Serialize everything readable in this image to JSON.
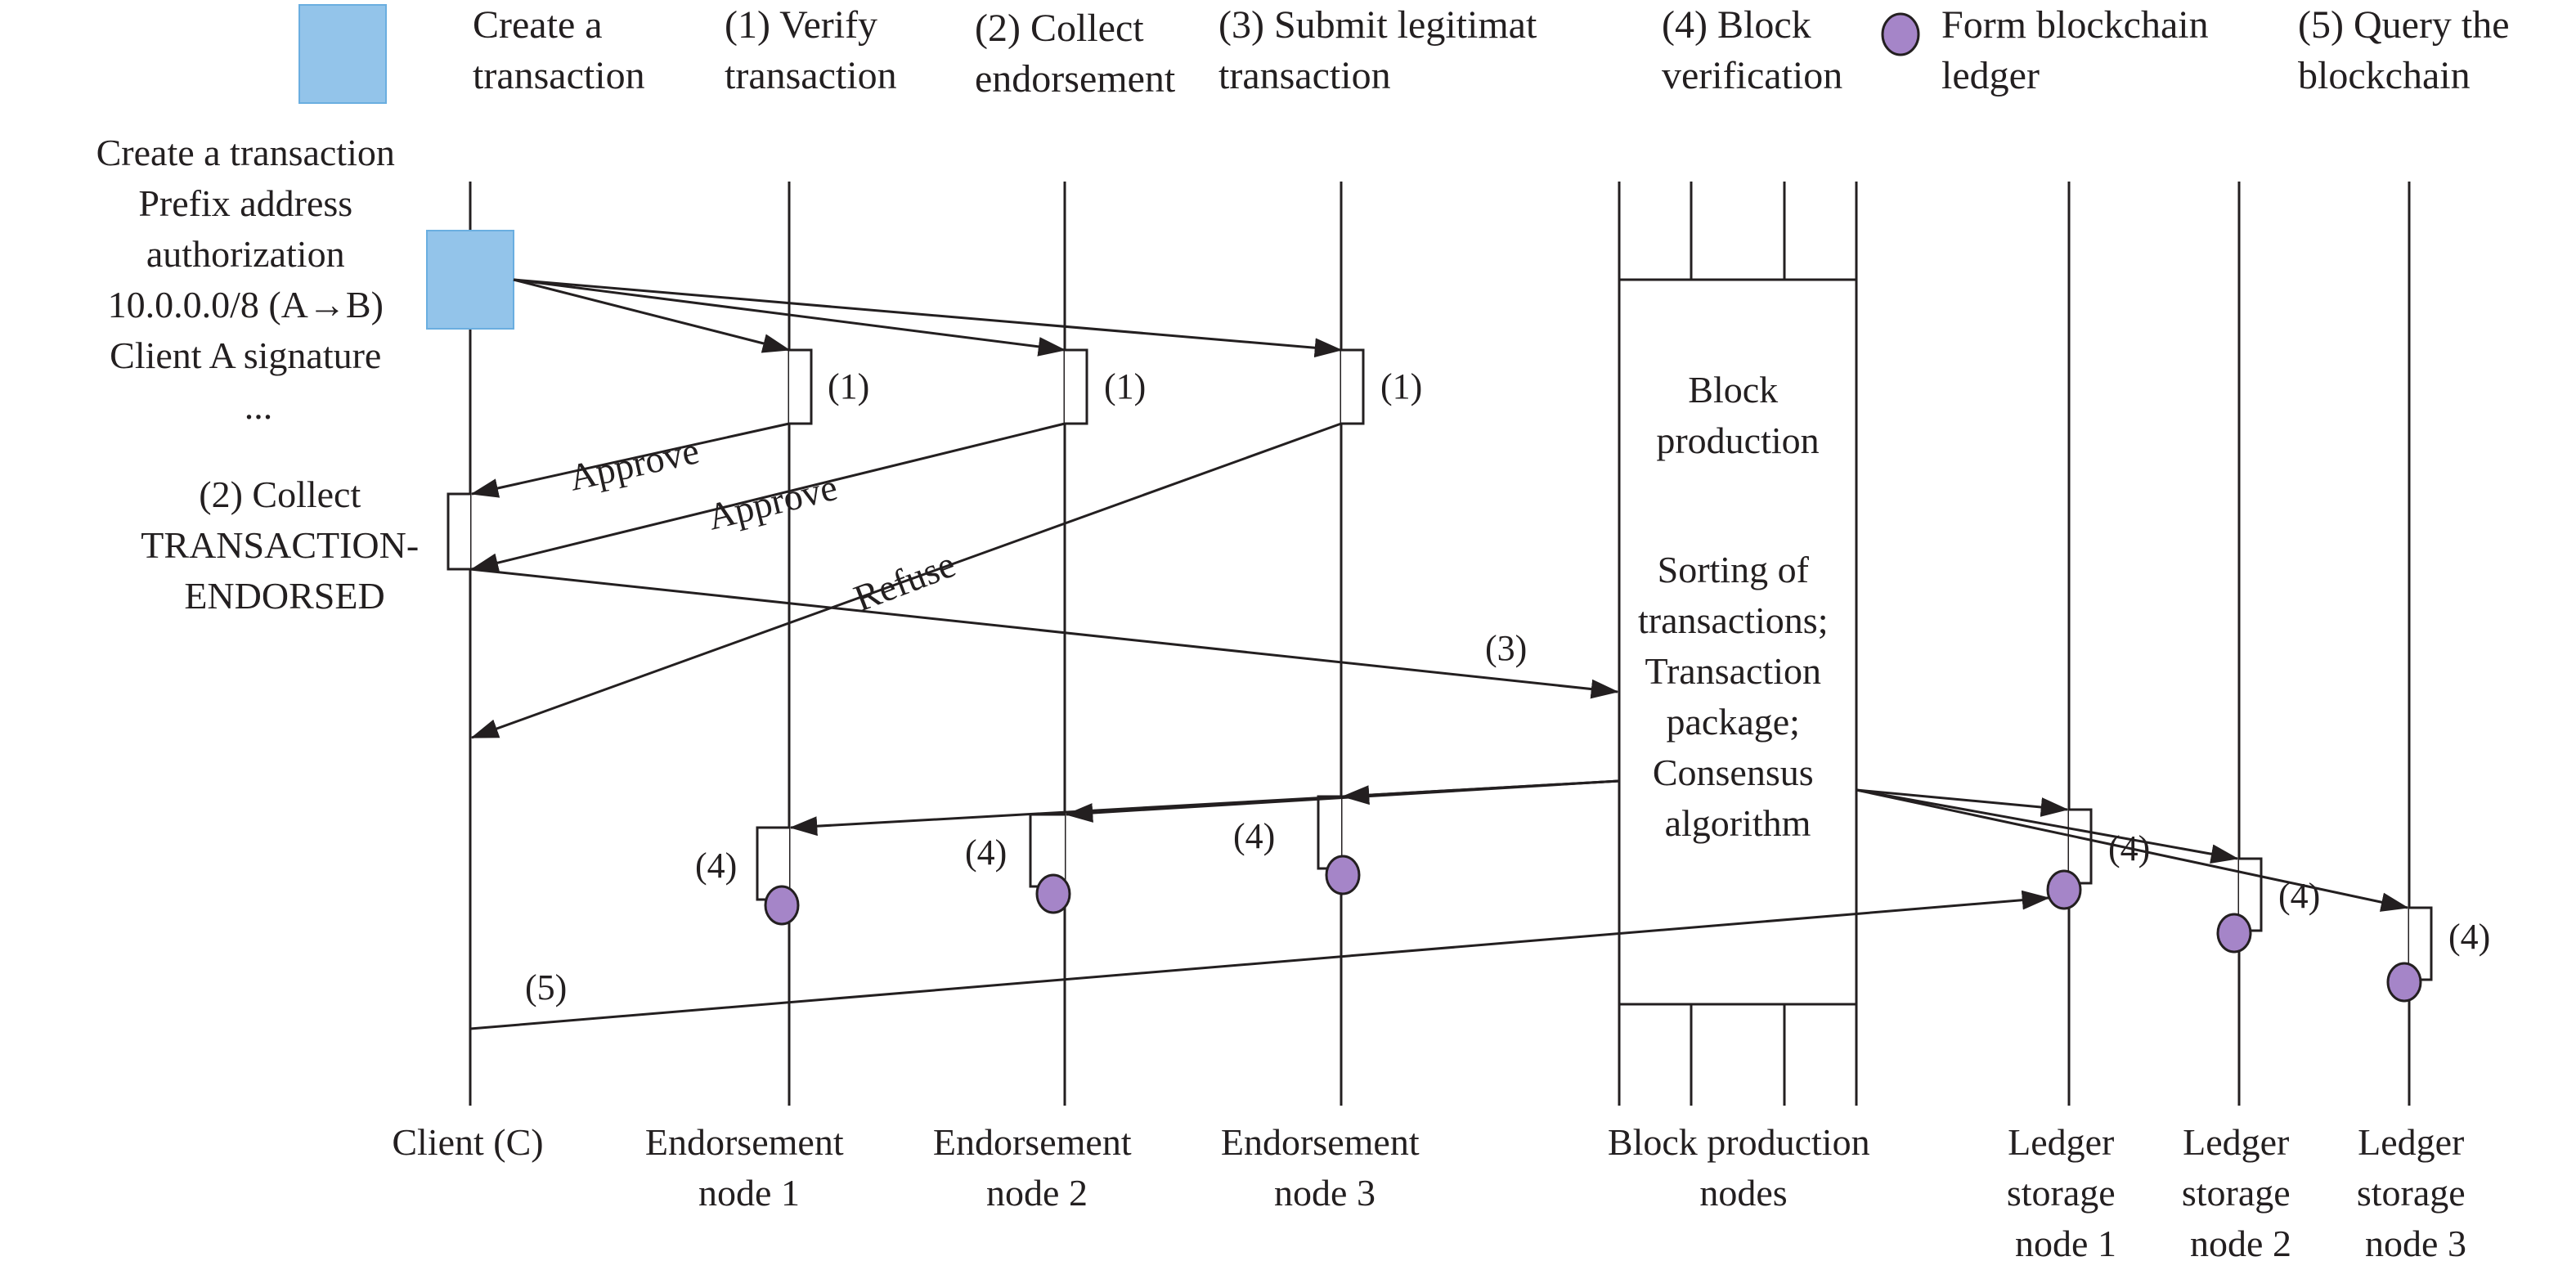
{
  "colors": {
    "transaction_square": "#93c4ea",
    "transaction_square_border": "#6aaee0",
    "ledger_circle": "#a585c8",
    "ledger_circle_border": "#231f20",
    "ink": "#231f20"
  },
  "legend": {
    "create": [
      "Create a",
      "transaction"
    ],
    "verify": [
      "(1) Verify",
      "transaction"
    ],
    "collect": [
      "(2) Collect",
      "endorsement"
    ],
    "submit": [
      "(3) Submit legitimat",
      "transaction"
    ],
    "block": [
      "(4) Block",
      "verification"
    ],
    "ledger": [
      "Form blockchain",
      "ledger"
    ],
    "query": [
      "(5) Query the",
      "blockchain"
    ]
  },
  "client_note": [
    "Create a transaction",
    "Prefix address",
    "authorization",
    "10.0.0.0/8 (A→B)",
    "Client A signature",
    "..."
  ],
  "collect_note": [
    "(2) Collect",
    "TRANSACTION-",
    "ENDORSED"
  ],
  "messages": {
    "approve_1": "Approve",
    "approve_2": "Approve",
    "refuse": "Refuse",
    "step1": "(1)",
    "step3": "(3)",
    "step4": "(4)",
    "step5": "(5)"
  },
  "block_box": {
    "title": [
      "Block",
      "production"
    ],
    "body": [
      "Sorting of",
      "transactions;",
      "Transaction",
      "package;",
      "Consensus",
      "algorithm"
    ]
  },
  "participants": [
    {
      "id": "client",
      "label": [
        "Client (C)"
      ]
    },
    {
      "id": "endorse1",
      "label": [
        "Endorsement",
        "node 1"
      ]
    },
    {
      "id": "endorse2",
      "label": [
        "Endorsement",
        "node 2"
      ]
    },
    {
      "id": "endorse3",
      "label": [
        "Endorsement",
        "node 3"
      ]
    },
    {
      "id": "block",
      "label": [
        "Block production",
        "nodes"
      ]
    },
    {
      "id": "ledger1",
      "label": [
        "Ledger",
        "storage",
        "node 1"
      ]
    },
    {
      "id": "ledger2",
      "label": [
        "Ledger",
        "storage",
        "node 2"
      ]
    },
    {
      "id": "ledger3",
      "label": [
        "Ledger",
        "storage",
        "node 3"
      ]
    }
  ]
}
